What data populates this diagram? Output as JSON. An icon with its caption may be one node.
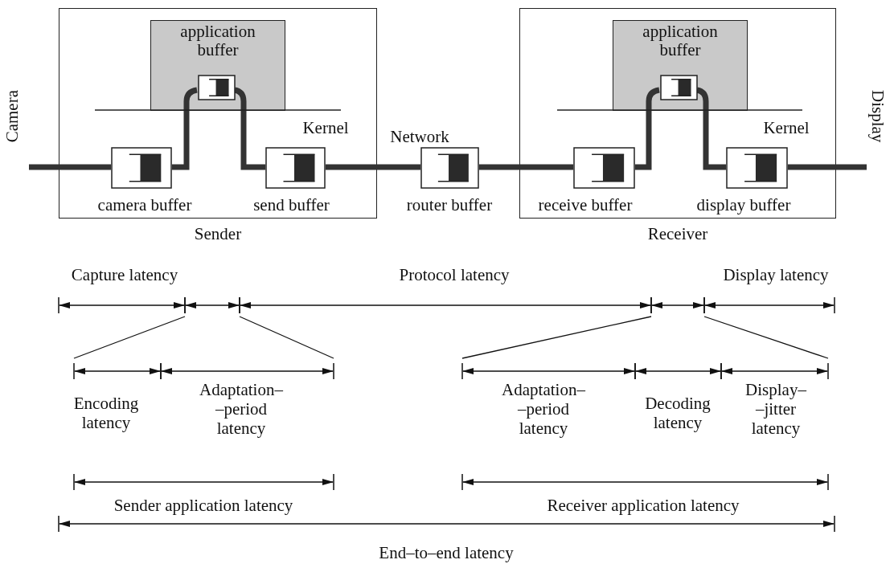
{
  "diagram": {
    "nodes": [
      {
        "text": [
          "Camera"
        ]
      },
      {
        "text": [
          "Sender"
        ]
      },
      {
        "text": [
          "application buffer"
        ],
        "in": 1
      },
      {
        "text": [],
        "shape": "box",
        "in": 2
      },
      {
        "text": [
          "camera buffer"
        ],
        "in": 1
      },
      {
        "text": [
          "send buffer"
        ],
        "in": 1
      },
      {
        "text": [
          "router buffer"
        ]
      },
      {
        "text": [
          "Receiver"
        ]
      },
      {
        "text": [
          "application buffer"
        ],
        "in": 7
      },
      {
        "text": [],
        "shape": "box",
        "in": 8
      },
      {
        "text": [
          "receive buffer"
        ],
        "in": 7
      },
      {
        "text": [
          "display buffer"
        ],
        "in": 7
      },
      {
        "text": [
          "Display"
        ]
      }
    ],
    "edges": [
      {
        "from": 0,
        "to": 4,
        "arrow": "none"
      },
      {
        "from": 4,
        "to": 3,
        "arrow": "none"
      },
      {
        "from": 3,
        "to": 5,
        "arrow": "none"
      },
      {
        "from": 5,
        "to": 6,
        "arrow": "none"
      },
      {
        "from": 6,
        "to": 10,
        "arrow": "none"
      },
      {
        "from": 10,
        "to": 9,
        "arrow": "none"
      },
      {
        "from": 9,
        "to": 11,
        "arrow": "none"
      },
      {
        "from": 11,
        "to": 12,
        "arrow": "none"
      }
    ],
    "labels": [
      "Kernel",
      "Network",
      "Kernel",
      "Capture latency",
      "Protocol latency",
      "Display latency",
      "Encoding latency",
      "Adaptation– –period latency",
      "Adaptation– –period latency",
      "Decoding latency",
      "Display– –jitter latency",
      "Sender application latency",
      "Receiver application latency",
      "End–to–end latency"
    ]
  }
}
